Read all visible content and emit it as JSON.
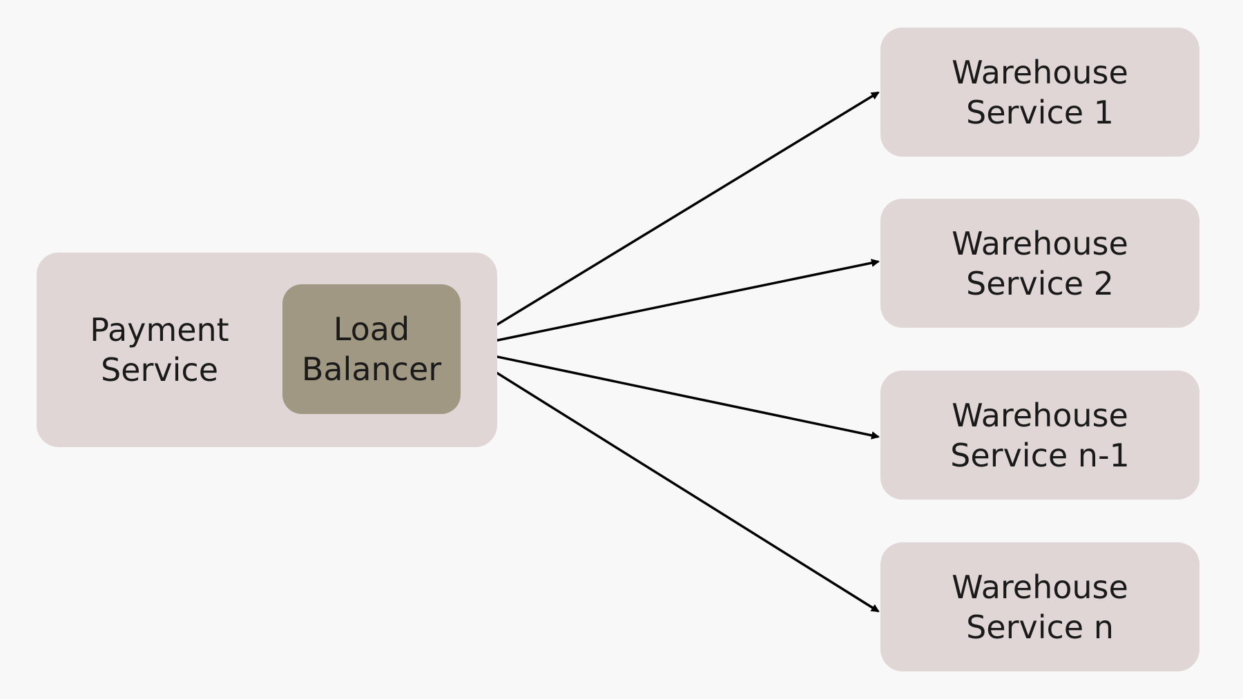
{
  "colors": {
    "background": "#f9f8f8",
    "box_fill": "#e0d6d6",
    "load_balancer_fill": "#a09883",
    "arrow": "#000000",
    "text": "#1a1a1a"
  },
  "payment_service": {
    "line1": "Payment",
    "line2": "Service"
  },
  "load_balancer": {
    "line1": "Load",
    "line2": "Balancer"
  },
  "warehouses": [
    {
      "line1": "Warehouse",
      "line2": "Service 1"
    },
    {
      "line1": "Warehouse",
      "line2": "Service 2"
    },
    {
      "line1": "Warehouse",
      "line2": "Service n-1"
    },
    {
      "line1": "Warehouse",
      "line2": "Service n"
    }
  ],
  "edges": [
    {
      "from": "load_balancer",
      "to": "warehouse-1"
    },
    {
      "from": "load_balancer",
      "to": "warehouse-2"
    },
    {
      "from": "load_balancer",
      "to": "warehouse-n-1"
    },
    {
      "from": "load_balancer",
      "to": "warehouse-n"
    }
  ]
}
